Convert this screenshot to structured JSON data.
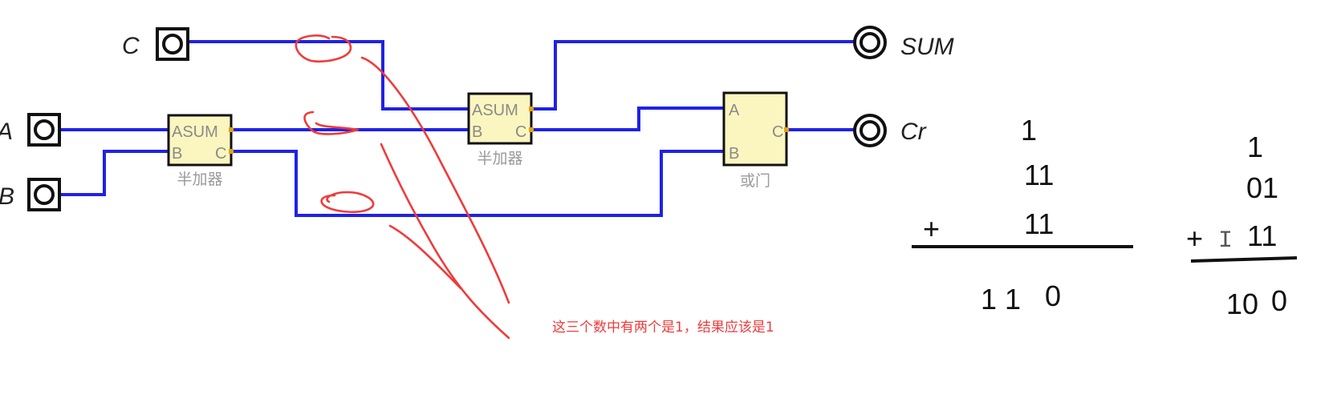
{
  "inputs": [
    {
      "label": "C"
    },
    {
      "label": "A"
    },
    {
      "label": "B"
    }
  ],
  "outputs": [
    {
      "label": "SUM"
    },
    {
      "label": "Cr"
    }
  ],
  "components": [
    {
      "name": "半加器",
      "title": "ASUM",
      "port_b": "B",
      "port_c": "C"
    },
    {
      "name": "半加器",
      "title": "ASUM",
      "port_b": "B",
      "port_c": "C"
    },
    {
      "name": "或门",
      "port_a": "A",
      "port_b": "B",
      "port_c": "C"
    }
  ],
  "colors": {
    "wire": "#1f22e6",
    "gate_fill": "#fbf6bf",
    "annotation": "#ef3b3b"
  },
  "annotation": {
    "note": "这三个数中有两个是1，结果应该是1"
  },
  "calc1": {
    "carry": "1",
    "addend1": "11",
    "plus": "+",
    "addend2": "11",
    "result": [
      "1",
      "1",
      "0"
    ]
  },
  "calc2": {
    "carry": "1",
    "addend1": "01",
    "plus": "+",
    "addend2": "11",
    "result": [
      "10",
      "0"
    ]
  }
}
